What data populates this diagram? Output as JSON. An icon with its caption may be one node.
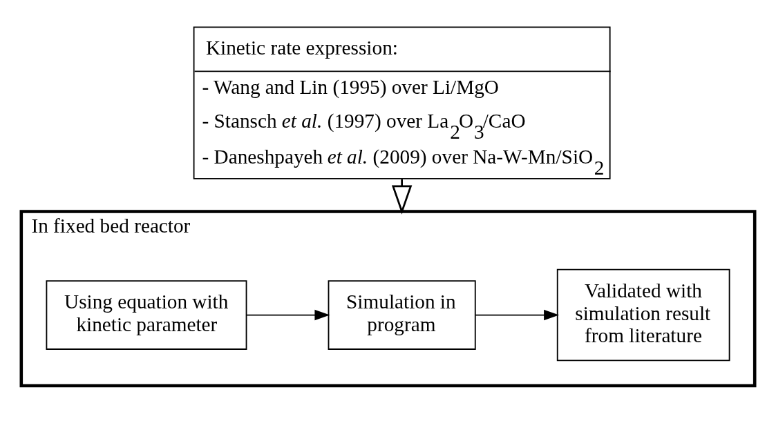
{
  "diagram": {
    "nodes": [
      {
        "text": [
          "Kinetic rate expression:",
          "- Wang and Lin (1995) over Li/MgO",
          "- Stansch *et al.* (1997) over La$_{2}$O$_{3}$/CaO",
          "- Daneshpayeh *et al.* (2009) over Na-W-Mn/SiO$_{2}$"
        ]
      },
      {
        "text": [
          "In fixed bed reactor"
        ]
      },
      {
        "text": [
          "Using equation with kinetic parameter"
        ],
        "in": 1
      },
      {
        "text": [
          "Simulation in program"
        ],
        "in": 1
      },
      {
        "text": [
          "Validated with simulation result from literature"
        ],
        "in": 1
      }
    ],
    "edges": [
      {
        "from": 0,
        "to": 1,
        "arrow": "to"
      },
      {
        "from": 2,
        "to": 3,
        "arrow": "to"
      },
      {
        "from": 3,
        "to": 4,
        "arrow": "to"
      }
    ]
  }
}
